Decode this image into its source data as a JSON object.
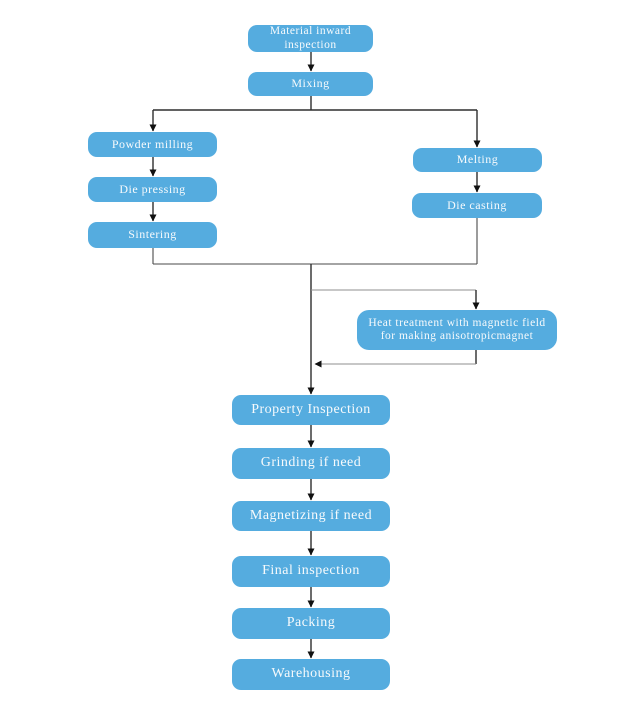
{
  "diagram": {
    "type": "flowchart",
    "background_color": "#FFFFFF",
    "node_fill_color": "#55ACDF",
    "node_text_color": "#F7FAFC",
    "connector_dark_color": "#2E2E2E",
    "connector_gray_color": "#8F8F8F",
    "nodes": {
      "material_inspection": "Material inward inspection",
      "mixing": "Mixing",
      "powder_milling": "Powder milling",
      "die_pressing": "Die pressing",
      "sintering": "Sintering",
      "melting": "Melting",
      "die_casting": "Die casting",
      "heat_treatment": "Heat treatment with magnetic field for making anisotropicmagnet",
      "property_inspection": "Property Inspection",
      "grinding": "Grinding if need",
      "magnetizing": "Magnetizing if need",
      "final_inspection": "Final inspection",
      "packing": "Packing",
      "warehousing": "Warehousing"
    },
    "edges": [
      {
        "from": "Material inward inspection",
        "to": "Mixing"
      },
      {
        "from": "Mixing",
        "to": "Powder milling"
      },
      {
        "from": "Mixing",
        "to": "Melting"
      },
      {
        "from": "Powder milling",
        "to": "Die pressing"
      },
      {
        "from": "Die pressing",
        "to": "Sintering"
      },
      {
        "from": "Melting",
        "to": "Die casting"
      },
      {
        "from": "Sintering",
        "to": "Property Inspection"
      },
      {
        "from": "Die casting",
        "to": "Property Inspection"
      },
      {
        "from": "Main flow",
        "to": "Heat treatment with magnetic field for making anisotropicmagnet"
      },
      {
        "from": "Heat treatment with magnetic field for making anisotropicmagnet",
        "to": "Main flow"
      },
      {
        "from": "Property Inspection",
        "to": "Grinding if need"
      },
      {
        "from": "Grinding if need",
        "to": "Magnetizing if need"
      },
      {
        "from": "Magnetizing if need",
        "to": "Final inspection"
      },
      {
        "from": "Final inspection",
        "to": "Packing"
      },
      {
        "from": "Packing",
        "to": "Warehousing"
      }
    ]
  }
}
